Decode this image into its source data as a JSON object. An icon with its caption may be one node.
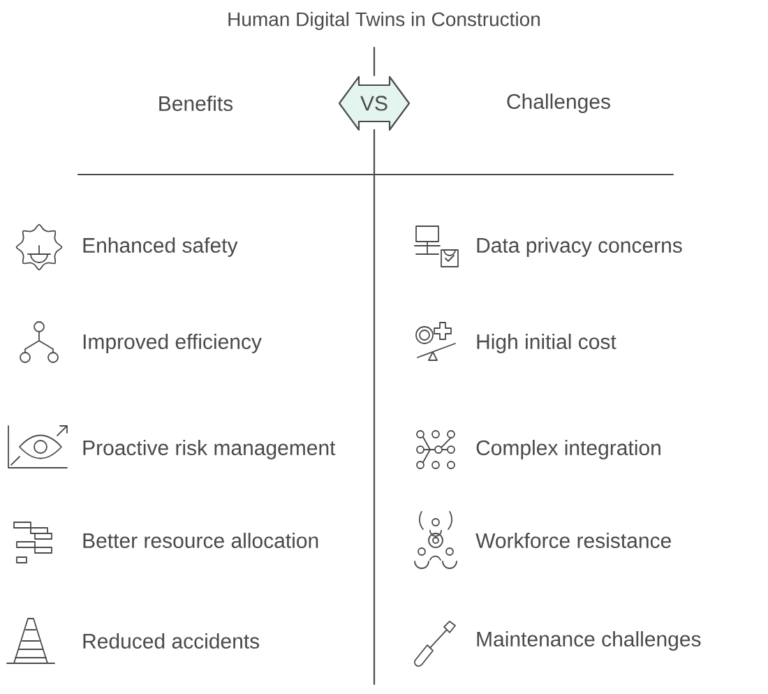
{
  "diagram": {
    "title": "Human Digital Twins in Construction",
    "nodes": [
      {
        "text": [
          "VS"
        ]
      }
    ],
    "labels": [
      "Benefits",
      "Challenges",
      "Enhanced safety",
      "Data privacy concerns",
      "Improved efficiency",
      "High initial cost",
      "Proactive risk management",
      "Complex integration",
      "Better resource allocation",
      "Workforce resistance",
      "Reduced accidents",
      "Maintenance challenges"
    ]
  }
}
